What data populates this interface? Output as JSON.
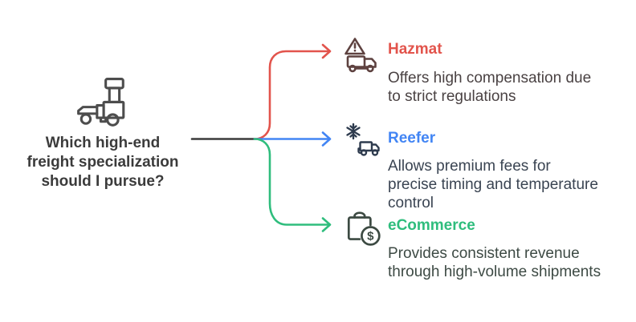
{
  "question": {
    "text": "Which high-end freight specialization should I pursue?",
    "lines": [
      "Which high-end",
      "freight specialization",
      "should I pursue?"
    ]
  },
  "colors": {
    "background": "#ffffff",
    "trunk_line": "#3a3a3a",
    "question_text": "#3b3b3b",
    "pallet_icon": "#4d4d4d"
  },
  "glyphs": {
    "dollar": "$"
  },
  "branches": [
    {
      "label": "Hazmat",
      "color": "#e2544c",
      "icon": "hazmat-truck-warning-icon",
      "icon_color": "#5e4240",
      "desc_color": "#4a4243",
      "description": "Offers high compensation due to strict regulations",
      "desc_lines": [
        "Offers high compensation due",
        "to strict regulations"
      ]
    },
    {
      "label": "Reefer",
      "color": "#4285f4",
      "icon": "snowflake-reefer-truck-icon",
      "icon_color": "#2e3b4e",
      "desc_color": "#3a4452",
      "description": "Allows premium fees for precise timing and temperature control",
      "desc_lines": [
        "Allows premium fees for",
        "precise timing and temperature",
        "control"
      ]
    },
    {
      "label": "eCommerce",
      "color": "#2fbd7d",
      "icon": "shopping-bag-dollar-icon",
      "icon_color": "#3c4a42",
      "desc_color": "#3d4a44",
      "description": "Provides consistent revenue through high-volume shipments",
      "desc_lines": [
        "Provides consistent revenue",
        "through high-volume shipments"
      ]
    }
  ]
}
